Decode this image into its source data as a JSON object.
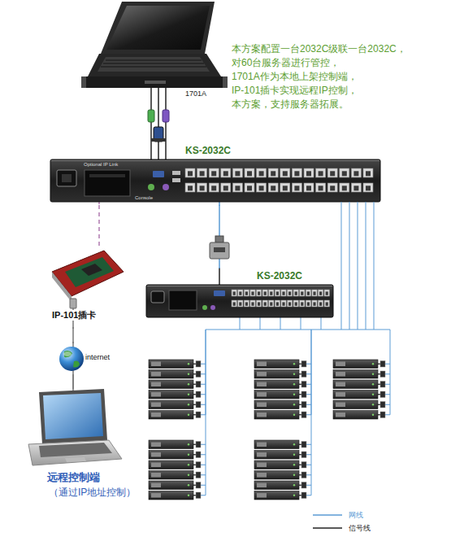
{
  "diagram": {
    "nodes": [
      {
        "text": [
          "1701A"
        ]
      },
      {
        "text": [
          "KS-2032C"
        ]
      },
      {
        "text": [
          "IP-101插卡"
        ]
      },
      {
        "text": [
          "KS-2032C"
        ]
      },
      {
        "text": [
          "internet"
        ]
      },
      {
        "text": [
          "远程控制端",
          "（通过IP地址控制）"
        ]
      }
    ],
    "edges": [
      {
        "from": 0,
        "to": 1,
        "arrow": "none"
      },
      {
        "from": 1,
        "to": 2,
        "arrow": "none"
      },
      {
        "from": 1,
        "to": 3,
        "arrow": "none"
      },
      {
        "from": 2,
        "to": 4,
        "arrow": "none"
      },
      {
        "from": 4,
        "to": 5,
        "arrow": "none"
      }
    ],
    "labels": [
      "本方案配置一台2032C级联一台2032C， 对60台服务器进行管控， 1701A作为本地上架控制端， IP-101插卡实现远程IP控制， 本方案，支持服务器拓展。",
      "Optional IP Link",
      "Console"
    ],
    "legend": [
      {
        "text": "网线"
      },
      {
        "text": "信号线"
      }
    ]
  }
}
